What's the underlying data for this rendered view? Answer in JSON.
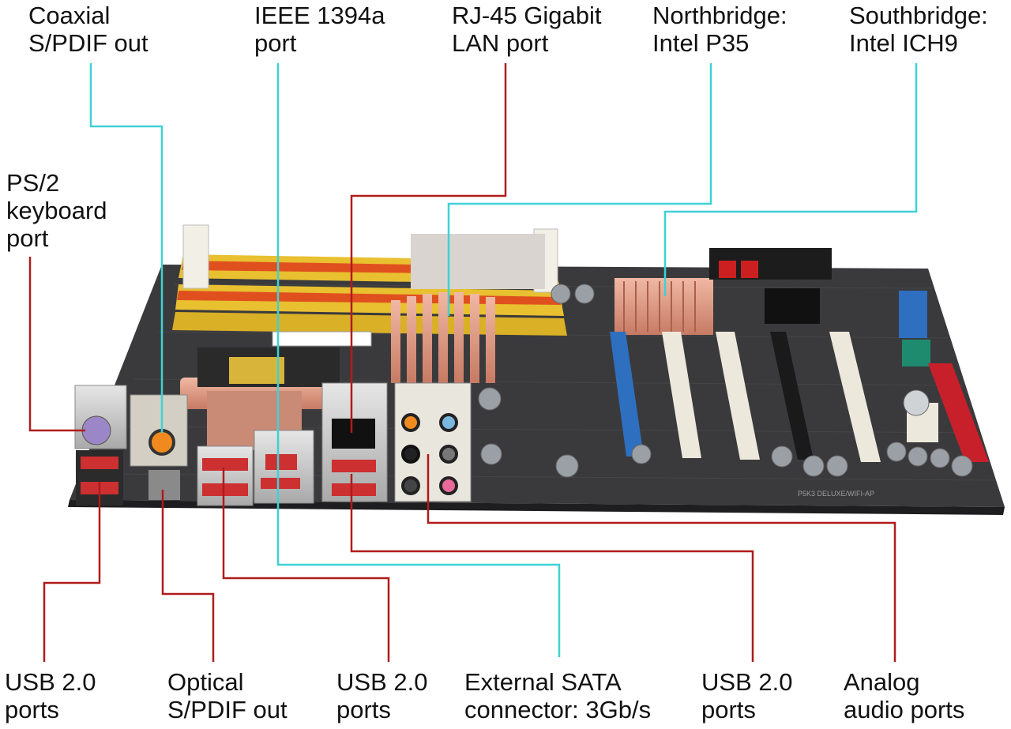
{
  "callouts_top": [
    {
      "id": "coaxial",
      "text": "Coaxial\nS/PDIF out"
    },
    {
      "id": "ieee1394",
      "text": "IEEE 1394a\nport"
    },
    {
      "id": "rj45",
      "text": "RJ-45 Gigabit\nLAN port"
    },
    {
      "id": "northbridge",
      "text": "Northbridge:\nIntel P35"
    },
    {
      "id": "southbridge",
      "text": "Southbridge:\nIntel ICH9"
    }
  ],
  "callouts_left": [
    {
      "id": "ps2",
      "text": "PS/2\nkeyboard\nport"
    }
  ],
  "callouts_bottom": [
    {
      "id": "usb1",
      "text": "USB 2.0\nports"
    },
    {
      "id": "optical",
      "text": "Optical\nS/PDIF out"
    },
    {
      "id": "usb2",
      "text": "USB 2.0\nports"
    },
    {
      "id": "esata",
      "text": "External SATA\nconnector: 3Gb/s"
    },
    {
      "id": "usb3",
      "text": "USB 2.0\nports"
    },
    {
      "id": "analog",
      "text": "Analog\naudio ports"
    }
  ],
  "board_marking": "P5K3 DELUXE/WIFI-AP",
  "colors": {
    "cyan_line": "#3fd1d6",
    "red_line": "#b01b1b",
    "pcb": "#3a3a3c",
    "dimm_orange": "#e0501f",
    "dimm_yellow": "#e8c030",
    "pcie_blue": "#2e6fc0",
    "pci_white": "#ece8dc",
    "heatsink_copper": "#d79a86"
  }
}
